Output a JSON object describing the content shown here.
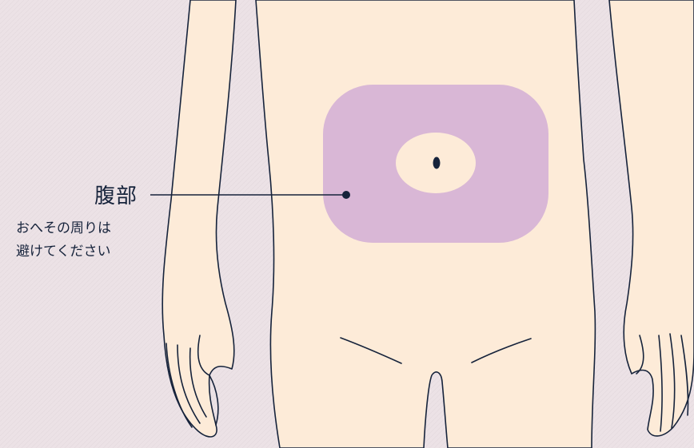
{
  "colors": {
    "background": "#ece2e6",
    "skin": "#fdebd8",
    "outline": "#16233b",
    "injection_area": "#d9b7d6"
  },
  "callout": {
    "title": "腹部",
    "note_line1": "おへその周りは",
    "note_line2": "避けてください"
  }
}
